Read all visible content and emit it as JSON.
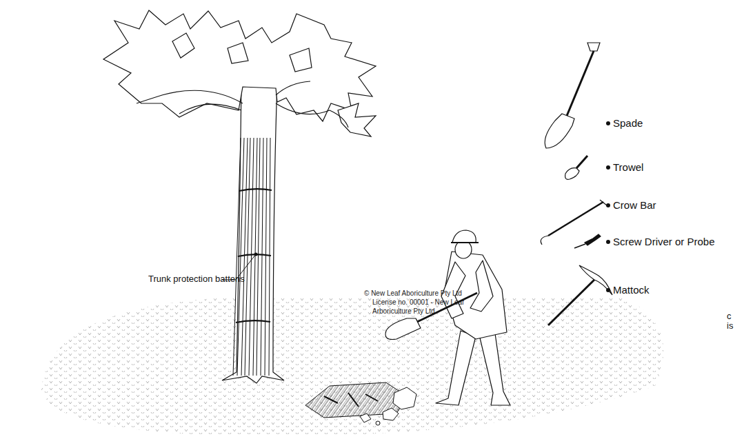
{
  "diagram": {
    "labels": [
      "Spade",
      "Trowel",
      "Crow Bar",
      "Screw Driver or Probe",
      "Mattock",
      "Trunk protection battens",
      "© New Leaf Aboriculture Pty Ltd",
      "License no. 00001 - New Leaf",
      "Arboriculture Pty Ltd",
      "c",
      "is"
    ]
  }
}
